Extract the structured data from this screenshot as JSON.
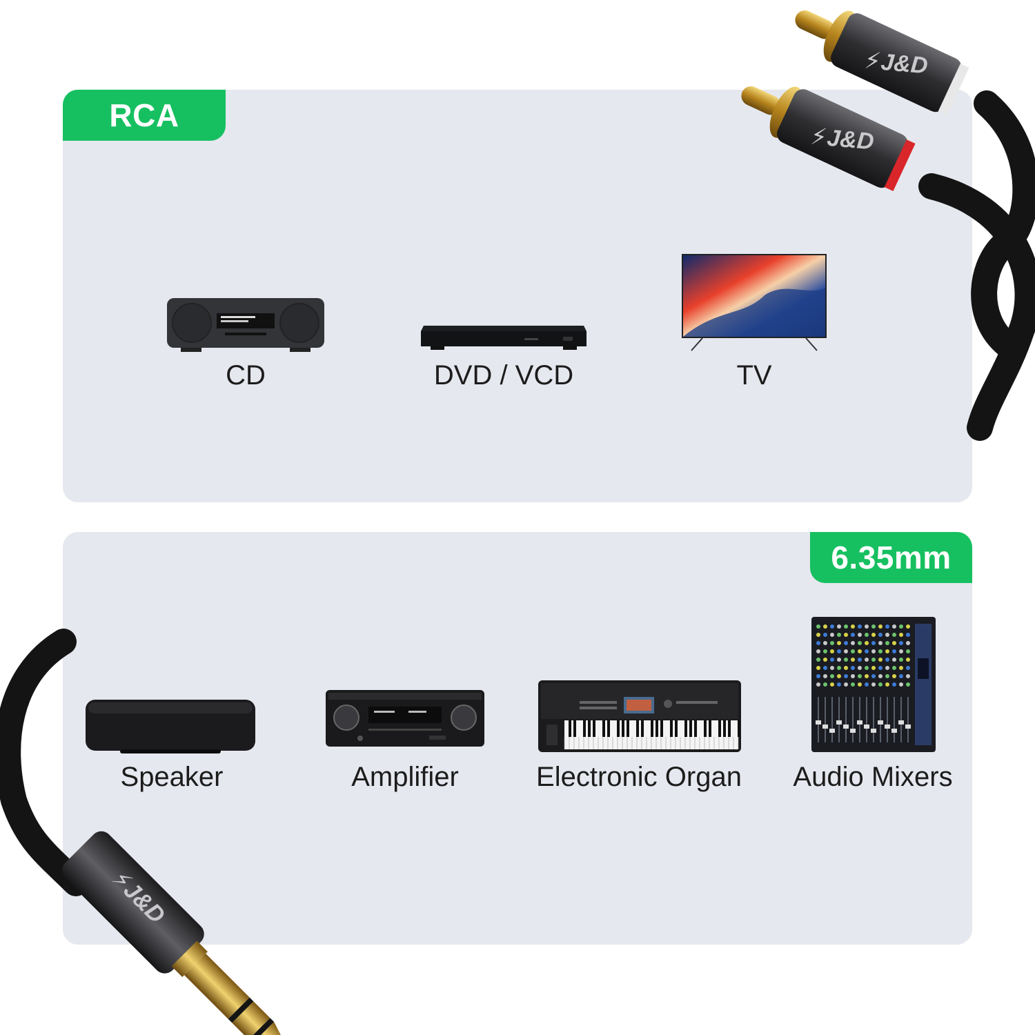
{
  "sections": {
    "rca": {
      "tag": "RCA",
      "devices": [
        {
          "label": "CD",
          "icon": "cd-player-icon"
        },
        {
          "label": "DVD / VCD",
          "icon": "dvd-player-icon"
        },
        {
          "label": "TV",
          "icon": "tv-icon"
        }
      ]
    },
    "jack": {
      "tag": "6.35mm",
      "devices": [
        {
          "label": "Speaker",
          "icon": "speaker-icon"
        },
        {
          "label": "Amplifier",
          "icon": "amplifier-icon"
        },
        {
          "label": "Electronic Organ",
          "icon": "keyboard-icon"
        },
        {
          "label": "Audio Mixers",
          "icon": "mixer-icon"
        }
      ]
    }
  },
  "colors": {
    "accent": "#16c060",
    "panel": "#e6e8ef",
    "text": "#1c1c1c",
    "plug_gold": "#c9a032",
    "housing": "#3a3a3c",
    "cable": "#141414"
  }
}
